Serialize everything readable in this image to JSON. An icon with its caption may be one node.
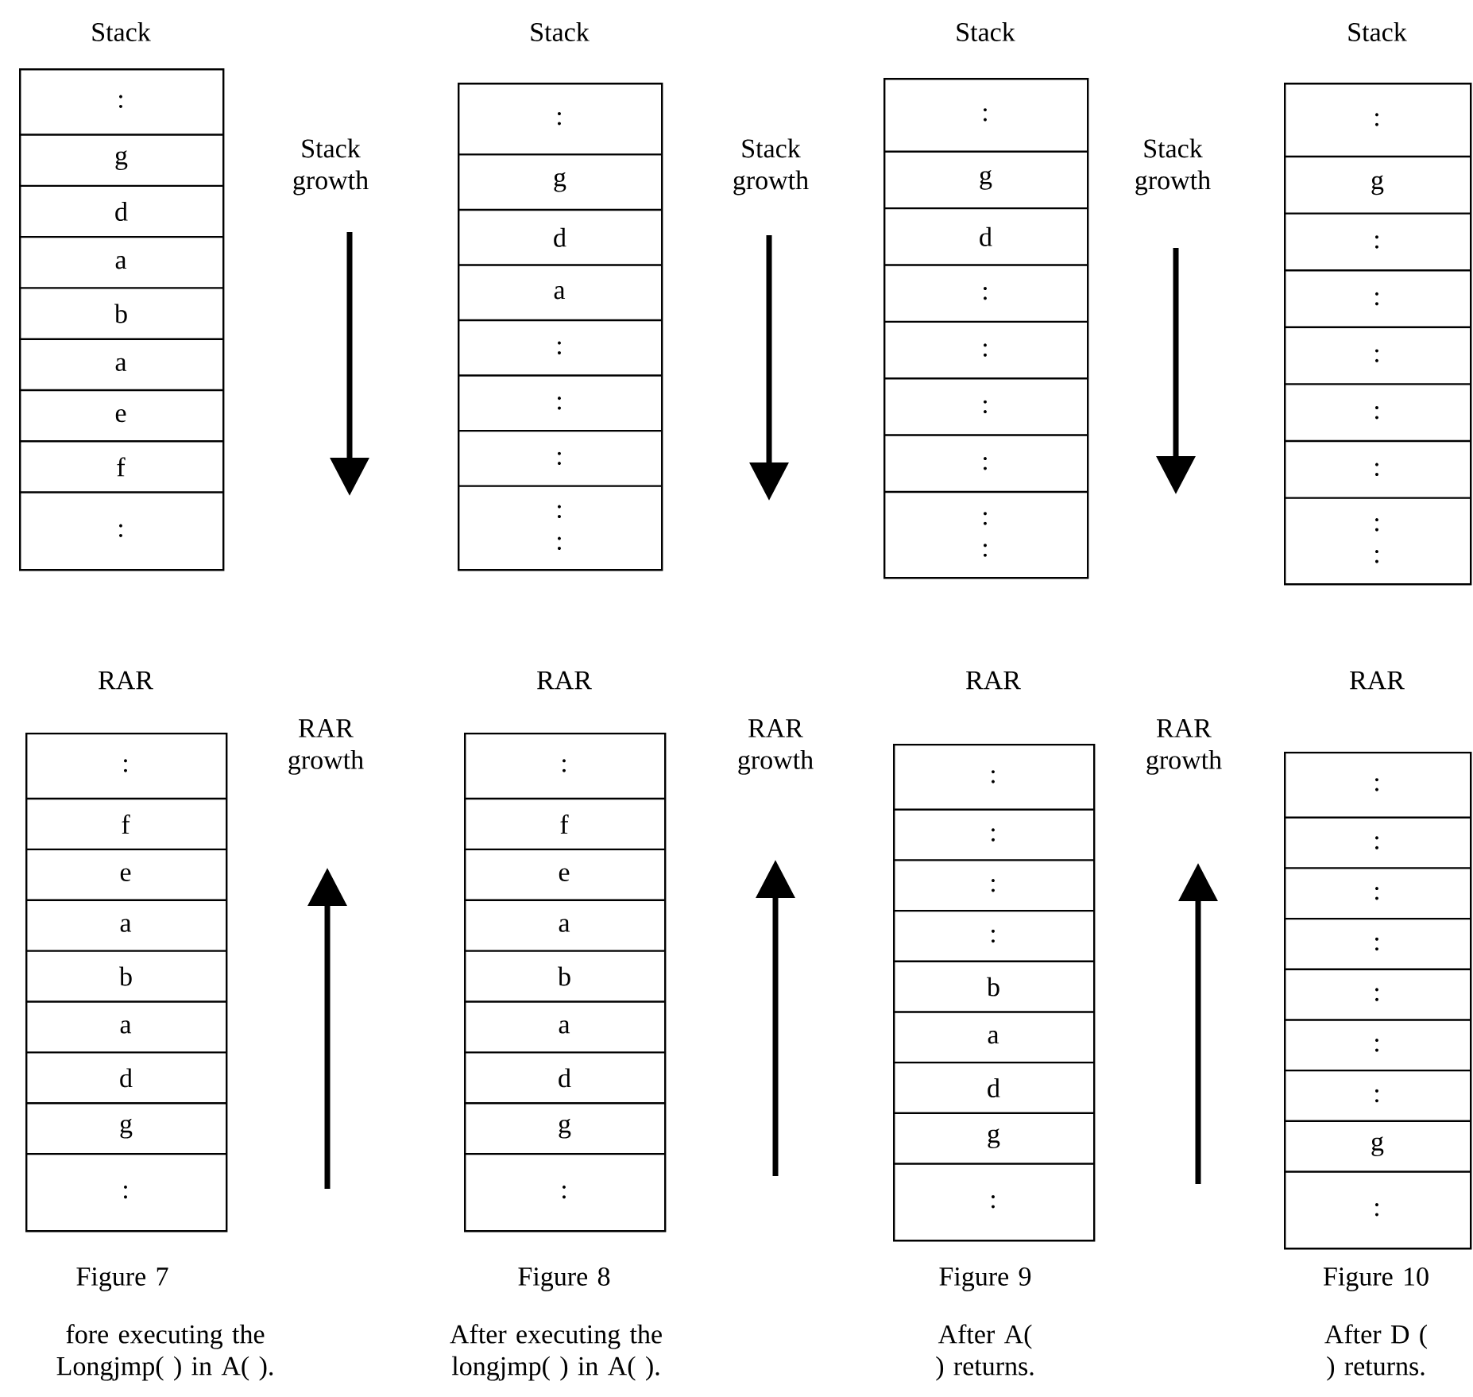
{
  "diagram": {
    "nodes": [
      {
        "text": [
          "Stack",
          ":",
          "g",
          "d",
          "a",
          "b",
          "a",
          "e",
          "f",
          ":"
        ]
      },
      {
        "text": [
          "Stack",
          ":",
          "g",
          "d",
          "a",
          ":",
          ":",
          ":",
          ": :"
        ]
      },
      {
        "text": [
          "Stack",
          ":",
          "g",
          "d",
          ":",
          ":",
          ":",
          ":",
          ": :"
        ]
      },
      {
        "text": [
          "Stack",
          ":",
          "g",
          ":",
          ":",
          ":",
          ":",
          ":",
          ": :"
        ]
      },
      {
        "text": [
          "RAR",
          ":",
          "f",
          "e",
          "a",
          "b",
          "a",
          "d",
          "g",
          ":"
        ]
      },
      {
        "text": [
          "RAR",
          ":",
          "f",
          "e",
          "a",
          "b",
          "a",
          "d",
          "g",
          ":"
        ]
      },
      {
        "text": [
          "RAR",
          ":",
          ":",
          ":",
          ":",
          "b",
          "a",
          "d",
          "g",
          ":"
        ]
      },
      {
        "text": [
          "RAR",
          ":",
          ":",
          ":",
          ":",
          ":",
          ":",
          ":",
          "g",
          ":"
        ]
      }
    ],
    "labels": [
      "Stack growth",
      "Stack growth",
      "Stack growth",
      "RAR growth",
      "RAR growth",
      "RAR growth",
      "Figure 7",
      "fore executing the Longjmp( ) in A( ).",
      "Figure 8",
      "After executing the longjmp( ) in A( ).",
      "Figure 9",
      "After A( ) returns.",
      "Figure 10",
      "After D ( ) returns."
    ]
  }
}
